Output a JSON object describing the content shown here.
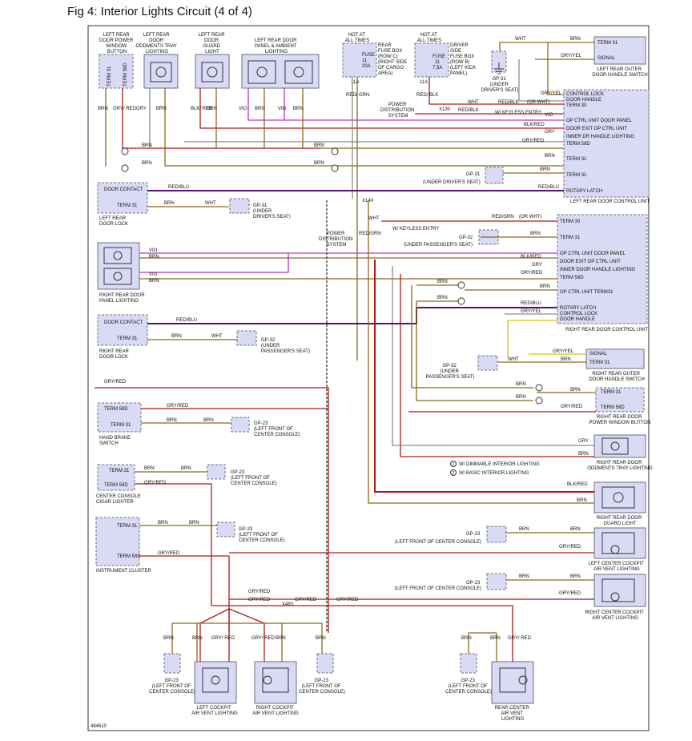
{
  "title": "Fig 4: Interior Lights Circuit (4 of 4)",
  "figure_id": "484610",
  "colors": {
    "box_fill": "#d9dbf4",
    "box_border": "#6e6e8a",
    "wire_default": "#8a6a16",
    "wire_violet": "#c030c0",
    "wire_red": "#b01818",
    "wire_redblu": "#5a1070",
    "wire_grey": "#8c8c8c",
    "wire_yellow": "#d8c000",
    "wire_green": "#1a8a40"
  },
  "components": [
    {
      "id": "lr_window_button",
      "label": [
        "LEFT REAR",
        "DOOR POWER",
        "WINDOW",
        "BUTTON"
      ],
      "pins": [
        "TERM 31",
        "TERM 58D"
      ]
    },
    {
      "id": "lr_oddments_tray",
      "label": [
        "LEFT REAR",
        "DOOR",
        "ODDMENTS TRAY",
        "LIGHTING"
      ]
    },
    {
      "id": "lr_guard_light",
      "label": [
        "LEFT REAR",
        "DOOR",
        "GUARD",
        "LIGHT"
      ]
    },
    {
      "id": "lr_panel_ambient",
      "label": [
        "LEFT REAR DOOR",
        "PANEL & AMBIENT",
        "LIGHTING"
      ]
    },
    {
      "id": "rear_fuse_box",
      "label": [
        "HOT AT",
        "ALL TIMES"
      ],
      "desc": [
        "REAR",
        "FUSE BOX",
        "(ROW C)",
        "(RIGHT SIDE",
        "OF CARGO",
        "AREA)"
      ],
      "fuse": [
        "FUSE",
        "11",
        "20A"
      ],
      "terminal": "11A"
    },
    {
      "id": "driver_fuse_box",
      "label": [
        "HOT AT",
        "ALL TIMES"
      ],
      "desc": [
        "DRIVER",
        "SIDE",
        "FUSE BOX",
        "(ROW B)",
        "(LEFT KICK",
        "PANEL)"
      ],
      "fuse": [
        "FUSE",
        "11",
        "7.5A"
      ],
      "terminal": "11A"
    },
    {
      "id": "lr_outer_handle_switch",
      "label": [
        "LEFT REAR OUTER",
        "DOOR HANDLE SWITCH"
      ],
      "pins": [
        "TERM 31",
        "SIGNAL"
      ]
    },
    {
      "id": "lr_door_control_unit",
      "label": [
        "LEFT REAR DOOR CONTROL UNIT"
      ],
      "pins": [
        "CONTROL LOCK",
        "DOOR HANDLE",
        "TERM 30",
        "OP CTRL UNIT DOOR PANEL",
        "DOOR EXIT OP CTRL UNIT",
        "INNER DR HANDLE LIGHTING",
        "TERM 58D",
        "TERM 31",
        "TERM 31",
        "ROTARY LATCH"
      ]
    },
    {
      "id": "lr_door_lock",
      "label": [
        "LEFT REAR",
        "DOOR LOCK"
      ],
      "pins": [
        "DOOR CONTACT",
        "TERM 31"
      ]
    },
    {
      "id": "rr_panel_lighting",
      "label": [
        "RIGHT REAR DOOR",
        "PANEL LIGHTING"
      ]
    },
    {
      "id": "rr_door_control_unit",
      "label": [
        "RIGHT REAR DOOR CONTROL UNIT"
      ],
      "pins": [
        "TERM 30",
        "TERM 31",
        "OP CTRL UNIT DOOR PANEL",
        "DOOR EXIT OP CTRL UNIT",
        "INNER DOOR HANDLE LIGHTING",
        "TERM 58D",
        "OP CTRL UNIT TERM31",
        "ROTARY LATCH",
        "CONTROL LOCK",
        "DOOR HANDLE"
      ]
    },
    {
      "id": "rr_door_lock",
      "label": [
        "RIGHT REAR",
        "DOOR LOCK"
      ],
      "pins": [
        "DOOR CONTACT",
        "TERM 31"
      ]
    },
    {
      "id": "rr_outer_handle_switch",
      "label": [
        "RIGHT REAR OUTER",
        "DOOR HANDLE SWITCH"
      ],
      "pins": [
        "SIGNAL",
        "TERM 31"
      ]
    },
    {
      "id": "rr_window_button",
      "label": [
        "RIGHT REAR DOOR",
        "POWER WINDOW BUTTON"
      ],
      "pins": [
        "TERM 31",
        "TERM 58D"
      ]
    },
    {
      "id": "hand_brake_switch",
      "label": [
        "HAND BRAKE",
        "SWITCH"
      ],
      "pins": [
        "TERM 58D",
        "TERM 31"
      ]
    },
    {
      "id": "rr_oddments_tray",
      "label": [
        "RIGHT REAR DOOR",
        "ODDMENTS TRAY LIGHTING"
      ]
    },
    {
      "id": "cigar_lighter",
      "label": [
        "CENTER CONSOLE",
        "CIGAR LIGHTER"
      ],
      "pins": [
        "TERM 31",
        "TERM 58D"
      ]
    },
    {
      "id": "rr_guard_light",
      "label": [
        "RIGHT REAR DOOR",
        "GUARD LIGHT"
      ]
    },
    {
      "id": "instrument_cluster",
      "label": [
        "INSTRUMENT CLUSTER"
      ],
      "pins": [
        "TERM 31",
        "TERM 58D"
      ]
    },
    {
      "id": "lc_cockpit_vent",
      "label": [
        "LEFT CENTER COCKPIT",
        "AIR VENT LIGHTING"
      ]
    },
    {
      "id": "rc_cockpit_vent",
      "label": [
        "RIGHT CENTER COCKPIT",
        "AIR VENT LIGHTING"
      ]
    },
    {
      "id": "l_cockpit_vent",
      "label": [
        "LEFT COCKPIT",
        "AIR VENT LIGHTING"
      ]
    },
    {
      "id": "r_cockpit_vent",
      "label": [
        "RIGHT COCKPIT",
        "AIR VENT LIGHTING"
      ]
    },
    {
      "id": "rear_center_vent",
      "label": [
        "REAR CENTER",
        "AIR VENT",
        "LIGHTING"
      ]
    }
  ],
  "grounds": {
    "gp31_driver": [
      "GP-31",
      "(UNDER",
      "DRIVER'S SEAT)"
    ],
    "gp31_drivers_seat": "(UNDER DRIVER'S SEAT)",
    "gp32_pass": [
      "GP-32",
      "(UNDER",
      "PASSENGER'S SEAT)"
    ],
    "gp32_pass_seat": "(UNDER PASSENGER'S SEAT)",
    "gp23": [
      "GP-23",
      "(LEFT FRONT OF",
      "CENTER CONSOLE)"
    ],
    "gp23_line": "(LEFT FRONT OF CENTER CONSOLE)"
  },
  "wires": {
    "brn": "BRN",
    "gry_red": "GRY/ RED",
    "gry": "GRY",
    "blk_red": "BLK/ RED",
    "vio": "VIO",
    "red_grn": "RED/ GRN",
    "red_blk": "RED/ BLK",
    "red_blk2": "RED/BLK",
    "wht": "WHT",
    "gry_yel": "GRY/YEL",
    "blkred": "BLK/RED",
    "gryred": "GRY/RED",
    "redblu": "RED/BLU",
    "redgrn": "RED/GRN",
    "or_wht": "(OR WHT)",
    "keyless": "W/ KEYLESS ENTRY",
    "power_dist": [
      "POWER",
      "DISTRIBUTION",
      "SYSTEM"
    ],
    "x130": "X130",
    "x140": "X140",
    "x483": "X483"
  },
  "legend": [
    {
      "num": "1",
      "text": "W/ DIMMABLE INTERIOR LIGHTING"
    },
    {
      "num": "2",
      "text": "W/ BASIC INTERIOR LIGHTING"
    }
  ]
}
